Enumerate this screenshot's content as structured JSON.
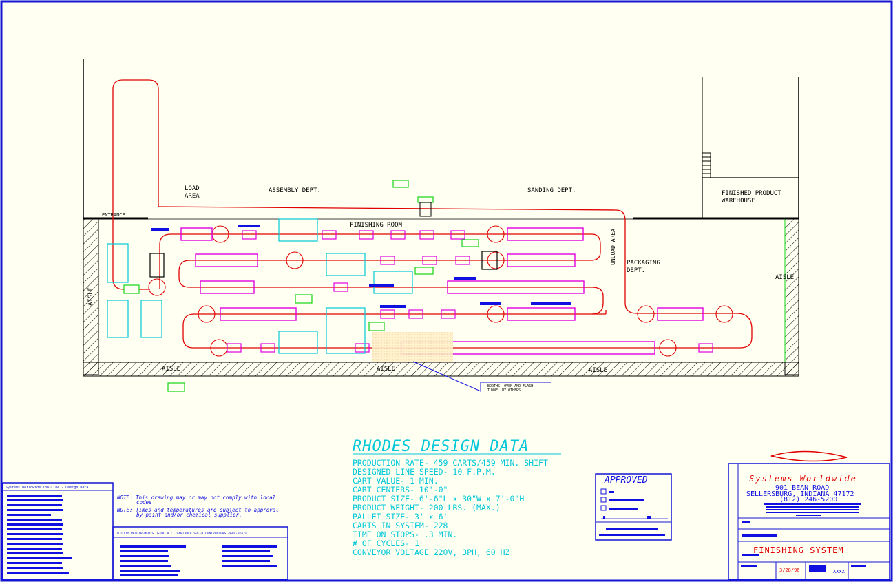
{
  "colors": {
    "background": "#fffff2",
    "border": "#1515d8",
    "conveyor": "#e00000",
    "cart": "#e000e0",
    "equipment": "#00c8d8",
    "title_text": "#00c8d8",
    "label_box": "#14d414",
    "wall": "#000000",
    "block_fill": "#1010e0"
  },
  "plan": {
    "labels": {
      "load_area": "LOAD\nAREA",
      "assembly": "ASSEMBLY DEPT.",
      "sanding": "SANDING DEPT.",
      "finished_warehouse": "FINISHED PRODUCT\nWAREHOUSE",
      "entrance": "ENTRANCE",
      "finishing_room": "FINISHING ROOM",
      "unload_area": "UNLOAD AREA",
      "packaging": "PACKAGING\nDEPT.",
      "aisle_left": "AISLE",
      "aisle_right": "AISLE",
      "aisle_bottom_1": "AISLE",
      "aisle_bottom_2": "AISLE",
      "aisle_bottom_3": "AISLE",
      "booths_note": "BOOTHS, OVEN AND FLASH\nTUNNEL BY OTHERS"
    }
  },
  "design_data": {
    "title": "RHODES DESIGN DATA",
    "lines": [
      "PRODUCTION RATE- 459 CARTS/459 MIN. SHIFT",
      "DESIGNED LINE SPEED- 10 F.P.M.",
      "CART VALUE- 1 MIN.",
      "CART CENTERS- 10'-0\"",
      "PRODUCT SIZE- 6'-6\"L x 30\"W x 7'-0\"H",
      "PRODUCT WEIGHT- 200 LBS. (MAX.)",
      "PALLET SIZE- 3' x 6'",
      "CARTS IN SYSTEM- 228",
      "TIME ON STOPS- .3 MIN.",
      "# OF CYCLES- 1",
      "CONVEYOR VOLTAGE 220V, 3PH, 60 HZ"
    ]
  },
  "notes": {
    "note1_a": "NOTE: This drawing may or may not comply with local",
    "note1_b": "codes",
    "note2_a": "NOTE: Times and temperatures are subject to approval",
    "note2_b": "by paint and/or chemical supplier.",
    "left_box_title": "Systems Worldwide Tow-Line - Design Data",
    "utility_title": "UTILITY REQUIREMENTS USING A.C. VARIABLE SPEED CONTROLLERS 460V-3ph/v"
  },
  "approved": {
    "title": "APPROVED"
  },
  "title_block": {
    "company": "Systems Worldwide",
    "address_1": "901 BEAN ROAD",
    "address_2": "SELLERSBURG, INDIANA 47172",
    "phone": "(812) 246-5200",
    "drawing_title": "FINISHING SYSTEM",
    "date": "3/28/96",
    "scale": "XXXX"
  }
}
